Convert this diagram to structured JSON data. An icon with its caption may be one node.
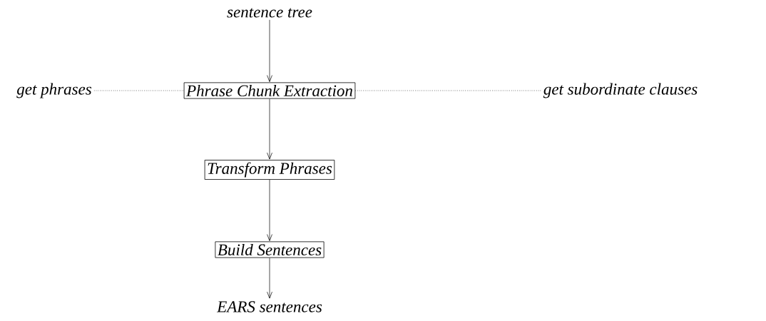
{
  "diagram": {
    "nodes": [
      {
        "text": [
          "sentence tree"
        ]
      },
      {
        "text": [
          "Phrase Chunk Extraction"
        ]
      },
      {
        "text": [
          "get phrases"
        ]
      },
      {
        "text": [
          "get subordinate clauses"
        ]
      },
      {
        "text": [
          "Transform Phrases"
        ]
      },
      {
        "text": [
          "Build Sentences"
        ]
      },
      {
        "text": [
          "EARS sentences"
        ]
      }
    ],
    "edges": [
      {
        "from": 0,
        "to": 1,
        "arrow": "to"
      },
      {
        "from": 2,
        "to": 1,
        "arrow": "none",
        "style": "dashed"
      },
      {
        "from": 1,
        "to": 3,
        "arrow": "none",
        "style": "dashed"
      },
      {
        "from": 1,
        "to": 4,
        "arrow": "to"
      },
      {
        "from": 4,
        "to": 5,
        "arrow": "to"
      },
      {
        "from": 5,
        "to": 6,
        "arrow": "to"
      }
    ]
  }
}
